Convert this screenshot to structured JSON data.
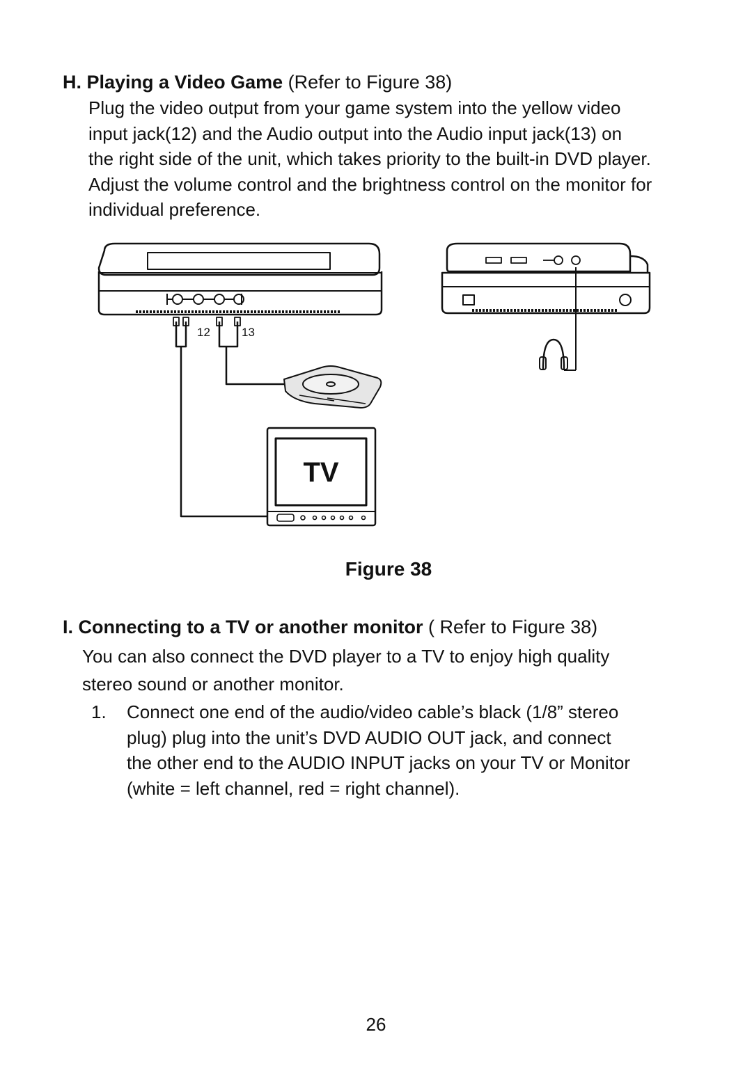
{
  "section_h": {
    "heading_bold": "H. Playing a Video Game",
    "heading_ref": "(Refer to Figure 38)",
    "body_lines": [
      "Plug the video output from your game system into the yellow video",
      "input jack(12) and the Audio output  into the Audio input  jack(13) on",
      "the right side of the unit, which takes priority to the built-in DVD player.",
      "Adjust the volume control and the brightness control on the monitor for",
      "individual preference."
    ]
  },
  "figure": {
    "jack_12_label": "12",
    "jack_13_label": "13",
    "tv_label": "TV",
    "caption": "Figure 38"
  },
  "section_i": {
    "heading_bold": "I.  Connecting to a TV or another monitor",
    "heading_ref": "( Refer to Figure 38)",
    "intro_lines": [
      "You can also connect the DVD player to a TV to enjoy high quality",
      " stereo sound or another monitor."
    ],
    "step1": {
      "number": "1.",
      "lines": [
        "Connect one end of the audio/video cable’s black  (1/8” stereo",
        "plug)  plug  into the unit’s  DVD  AUDIO OUT jack, and connect",
        "the other end to the AUDIO INPUT  jacks on your TV or Monitor",
        "(white = left channel, red = right channel)."
      ]
    }
  },
  "page_number": "26"
}
